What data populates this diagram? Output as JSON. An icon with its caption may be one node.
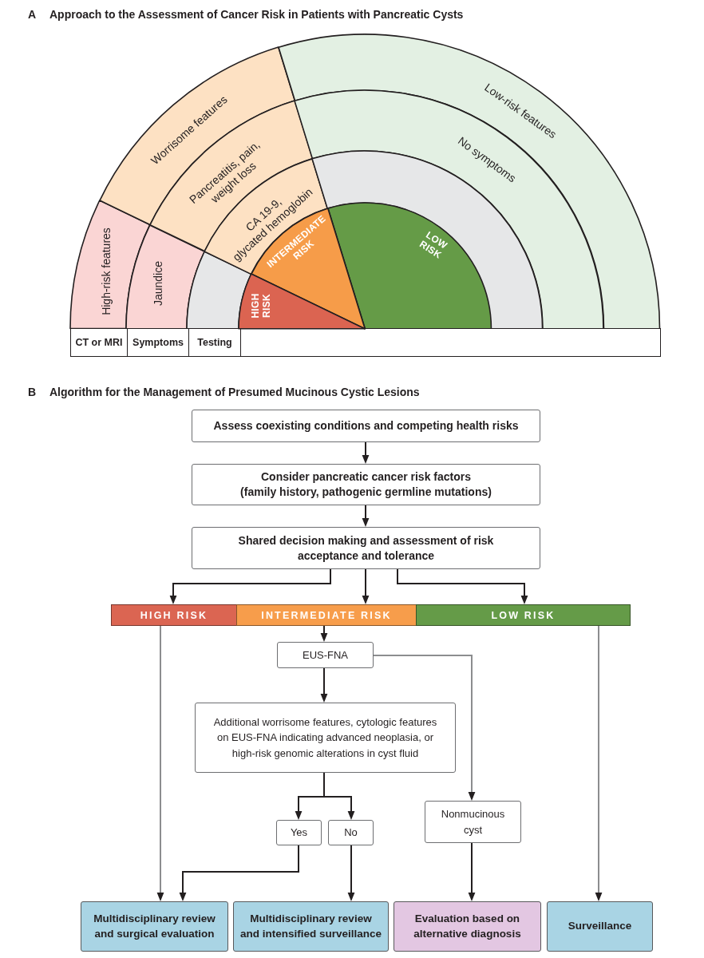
{
  "diagram": {
    "nodes": [
      {
        "text": [
          "High-risk features"
        ]
      },
      {
        "text": [
          "Worrisome features"
        ]
      },
      {
        "text": [
          "Low-risk features"
        ]
      },
      {
        "text": [
          "Jaundice"
        ]
      },
      {
        "text": [
          "Pancreatitis, pain, weight loss"
        ]
      },
      {
        "text": [
          "No symptoms"
        ]
      },
      {
        "text": [],
        "shape": "band"
      },
      {
        "text": [
          "CA 19-9, glycated hemoglobin"
        ]
      },
      {
        "text": [],
        "shape": "band"
      },
      {
        "text": [
          "HIGH RISK"
        ]
      },
      {
        "text": [
          "INTERMEDIATE RISK"
        ]
      },
      {
        "text": [
          "LOW RISK"
        ]
      },
      {
        "text": [
          "Assess coexisting conditions and competing health risks"
        ]
      },
      {
        "text": [
          "Consider pancreatic cancer risk factors (family history, pathogenic germline mutations)"
        ]
      },
      {
        "text": [
          "Shared decision making and assessment of risk acceptance and tolerance"
        ]
      },
      {
        "text": [
          "HIGH RISK"
        ]
      },
      {
        "text": [
          "INTERMEDIATE RISK"
        ]
      },
      {
        "text": [
          "LOW RISK"
        ]
      },
      {
        "text": [
          "EUS-FNA"
        ]
      },
      {
        "text": [
          "Additional worrisome features, cytologic features on EUS-FNA indicating advanced neoplasia, or high-risk genomic alterations in cyst fluid"
        ]
      },
      {
        "text": [
          "Yes"
        ]
      },
      {
        "text": [
          "No"
        ]
      },
      {
        "text": [
          "Nonmucinous cyst"
        ]
      },
      {
        "text": [
          "Multidisciplinary review and surgical evaluation"
        ]
      },
      {
        "text": [
          "Multidisciplinary review and intensified surveillance"
        ]
      },
      {
        "text": [
          "Evaluation based on alternative diagnosis"
        ]
      },
      {
        "text": [
          "Surveillance"
        ]
      }
    ],
    "edges": [
      {
        "from": 12,
        "to": 13,
        "arrow": "to"
      },
      {
        "from": 13,
        "to": 14,
        "arrow": "to"
      },
      {
        "from": 14,
        "to": 15,
        "arrow": "to"
      },
      {
        "from": 14,
        "to": 16,
        "arrow": "to"
      },
      {
        "from": 14,
        "to": 17,
        "arrow": "to"
      },
      {
        "from": 16,
        "to": 18,
        "arrow": "to"
      },
      {
        "from": 15,
        "to": 23,
        "arrow": "to",
        "color": "#8c8d8f"
      },
      {
        "from": 18,
        "to": 19,
        "arrow": "to"
      },
      {
        "from": 18,
        "to": 22,
        "arrow": "to",
        "color": "#8c8d8f"
      },
      {
        "from": 19,
        "to": 20,
        "arrow": "to"
      },
      {
        "from": 19,
        "to": 21,
        "arrow": "to"
      },
      {
        "from": 20,
        "to": 23,
        "arrow": "to"
      },
      {
        "from": 21,
        "to": 24,
        "arrow": "to"
      },
      {
        "from": 22,
        "to": 25,
        "arrow": "to"
      },
      {
        "from": 17,
        "to": 26,
        "arrow": "to",
        "color": "#8c8d8f"
      }
    ],
    "labels": [
      "A",
      "Approach to the Assessment of Cancer Risk in Patients with Pancreatic Cysts",
      "CT or MRI",
      "Symptoms",
      "Testing",
      "B",
      "Algorithm for the Management of Presumed Mucinous Cystic Lesions"
    ]
  }
}
